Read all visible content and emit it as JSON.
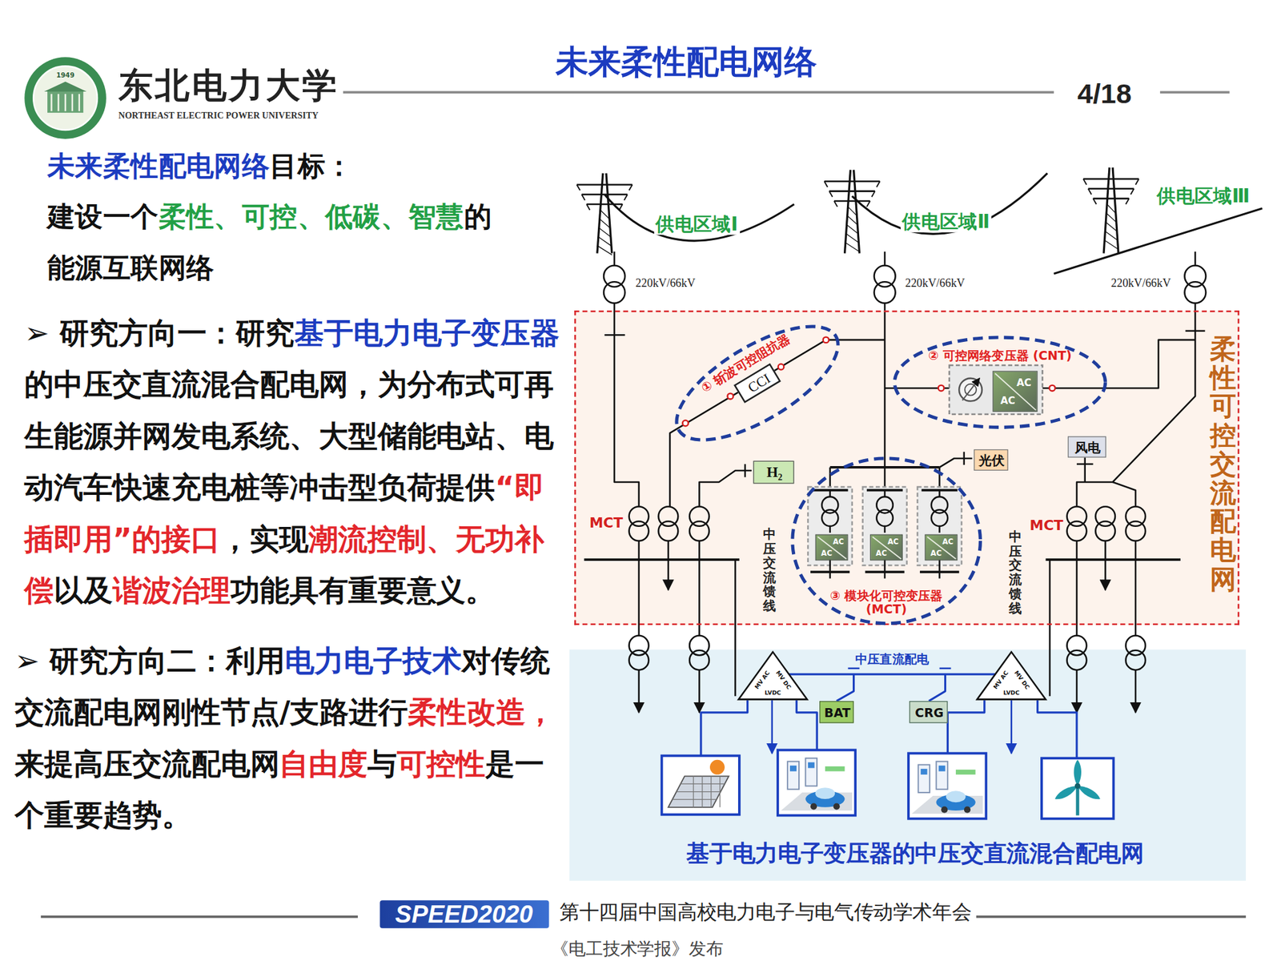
{
  "diagram": {
    "title": "未来柔性配电网络",
    "nodes": [
      {
        "text": [
          "柔性可控交流配电网"
        ]
      },
      {
        "text": [
          "① 斩波可控阻抗器"
        ],
        "in": 0
      },
      {
        "text": [
          "CCI"
        ],
        "in": 1
      },
      {
        "text": [
          "② 可控网络变压器 (CNT)"
        ],
        "in": 0
      },
      {
        "text": [
          "AC",
          "AC"
        ],
        "in": 3
      },
      {
        "text": [
          "H₂"
        ],
        "in": 0
      },
      {
        "text": [
          "光伏"
        ],
        "in": 0
      },
      {
        "text": [
          "风电"
        ],
        "in": 0
      },
      {
        "text": [
          "③ 模块化可控变压器 (MCT)"
        ],
        "in": 0
      },
      {
        "text": [
          "AC",
          "AC"
        ],
        "in": 8
      },
      {
        "text": [
          "AC",
          "AC"
        ],
        "in": 8
      },
      {
        "text": [
          "AC",
          "AC"
        ],
        "in": 8
      },
      {
        "text": [
          "基于电力电子变压器的中压交直流混合配电网"
        ]
      },
      {
        "text": [
          "MV AC",
          "MV DC",
          "LVDC"
        ],
        "in": 12
      },
      {
        "text": [
          "BAT"
        ],
        "in": 12
      },
      {
        "text": [
          "CRG"
        ],
        "in": 12
      },
      {
        "text": [
          "MV AC",
          "MV DC",
          "LVDC"
        ],
        "in": 12
      }
    ],
    "edges": [
      {
        "from": 13,
        "to": 16,
        "arrow": "none",
        "label": "中压直流配电"
      }
    ],
    "labels": [
      "1949",
      "东北电力大学",
      "NORTHEAST ELECTRIC POWER UNIVERSITY",
      "4/18",
      "未来柔性配电网络",
      "目标：",
      "建设一个",
      "柔性、可控、低碳、智慧",
      "的能源互联网络",
      "➢ 研究方向一：研究",
      "基于电力电子变压器",
      "的中压交直流混合配电网，为分布式可再生能源并网发电系统、大型储能电站、电动汽车快速充电桩等冲击型负荷提供",
      "“即插即用”的接口",
      "，实现",
      "潮流控制、无功补偿",
      "以及",
      "谐波治理",
      "功能具有重要意义。",
      "➢ 研究方向二：利用",
      "电力电子技术",
      "对传统交流配电网刚性节点/支路进行",
      "柔性改造，",
      "来提高压交流配电网",
      "自由度",
      "与",
      "可控性",
      "是一个重要趋势。",
      "供电区域Ⅰ",
      "供电区域Ⅱ",
      "供电区域Ⅲ",
      "220kV/66kV",
      "220kV/66kV",
      "220kV/66kV",
      "MCT",
      "MCT",
      "中压交流馈线",
      "中压交流馈线",
      "SPEED2020",
      "第十四届中国高校电力电子与电气传动学术年会",
      "《电工技术学报》发布"
    ]
  }
}
